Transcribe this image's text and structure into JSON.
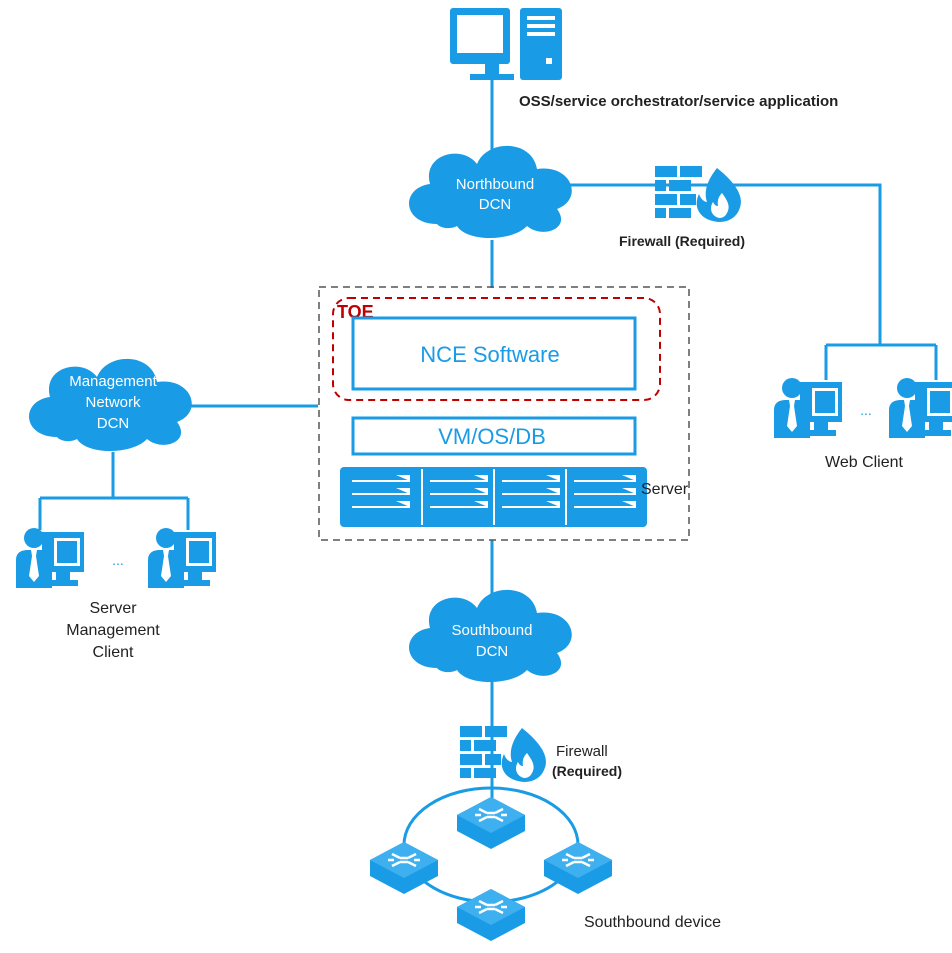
{
  "colors": {
    "blue": "#1a9be6",
    "toe_red": "#c00000",
    "dashed_gray": "#555555",
    "text_dark": "#222222",
    "white": "#ffffff"
  },
  "labels": {
    "oss": "OSS/service orchestrator/service application",
    "northbound_dcn": [
      "Northbound",
      "DCN"
    ],
    "firewall_top": "Firewall (Required)",
    "toe": "TOE",
    "nce_software": "NCE Software",
    "vm_os_db": "VM/OS/DB",
    "server": "Server",
    "management_dcn": [
      "Management",
      "Network",
      "DCN"
    ],
    "server_management_client": [
      "Server",
      "Management",
      "Client"
    ],
    "web_client": "Web Client",
    "ellipsis": "...",
    "southbound_dcn": [
      "Southbound",
      "DCN"
    ],
    "firewall_bottom": [
      "Firewall",
      "(Required)"
    ],
    "southbound_device": "Southbound device"
  },
  "icons": {
    "oss_workstation": "computer-icon",
    "northbound_cloud": "cloud-icon",
    "firewall_top": "firewall-icon",
    "management_cloud": "cloud-icon",
    "server_rack": "server-icon",
    "southbound_cloud": "cloud-icon",
    "firewall_bottom": "firewall-icon",
    "routers": "router-icon",
    "user_clients": "user-workstation-icon"
  }
}
